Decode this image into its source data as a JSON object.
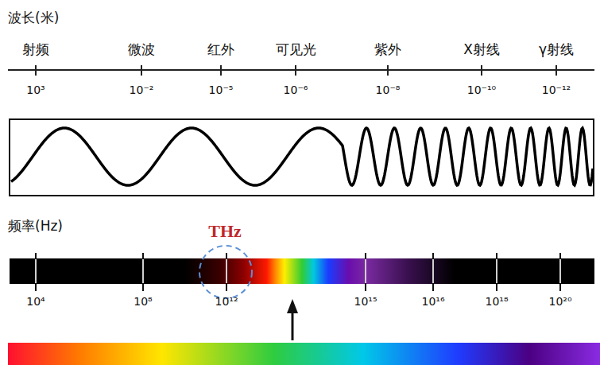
{
  "diagram": {
    "labels": [
      "波长(米)",
      "射频",
      "微波",
      "红外",
      "可见光",
      "紫外",
      "X射线",
      "γ射线",
      "10³",
      "10⁻²",
      "10⁻⁵",
      "10⁻⁶",
      "10⁻⁸",
      "10⁻¹⁰",
      "10⁻¹²",
      "频率(Hz)",
      "THz",
      "10⁴",
      "10⁸",
      "10¹²",
      "10¹⁵",
      "10¹⁶",
      "10¹⁸",
      "10²⁰"
    ]
  }
}
